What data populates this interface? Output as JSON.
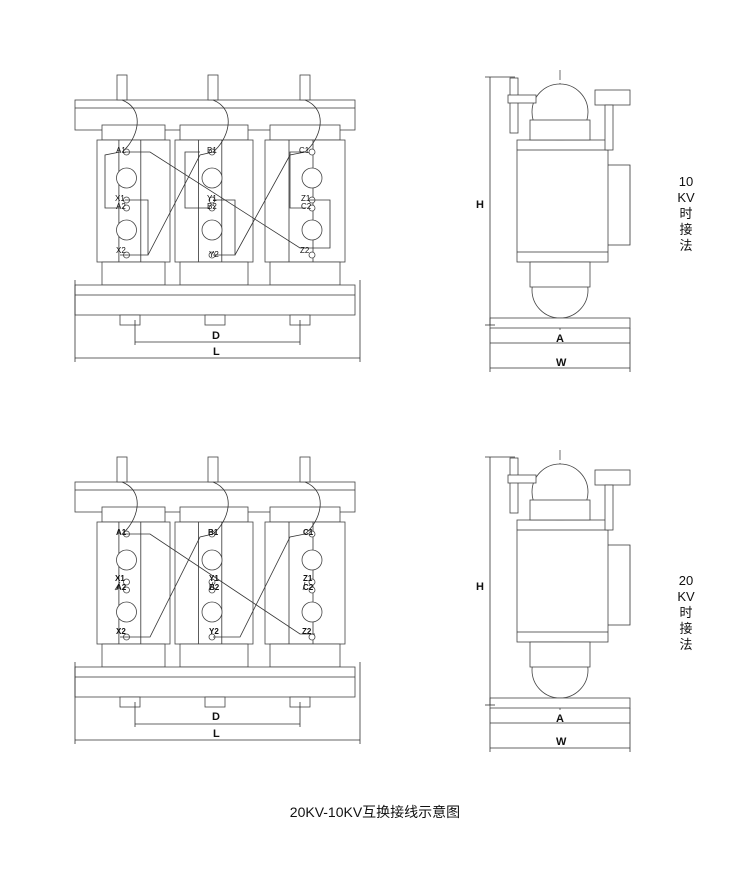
{
  "caption": "20KV-10KV互换接线示意图",
  "views": [
    {
      "voltage_label": [
        "10",
        "KV",
        "时",
        "接",
        "法"
      ],
      "front": {
        "dims": {
          "d": "D",
          "l": "L"
        },
        "terminals": {
          "a1": "A1",
          "a2": "A2",
          "x1": "X1",
          "x2": "X2",
          "b1": "B1",
          "b2": "B2",
          "y1": "Y1",
          "y2": "Y2",
          "c1": "C1",
          "c2": "C2",
          "z1": "Z1",
          "z2": "Z2"
        }
      },
      "side": {
        "dims": {
          "h": "H",
          "a": "A",
          "w": "W"
        }
      }
    },
    {
      "voltage_label": [
        "20",
        "KV",
        "时",
        "接",
        "法"
      ],
      "front": {
        "dims": {
          "d": "D",
          "l": "L"
        },
        "terminals": {
          "a1": "A1",
          "a2": "A2",
          "x1": "X1",
          "x2": "X2",
          "b1": "B1",
          "b2": "B2",
          "y1": "Y1",
          "y2": "Y2",
          "c1": "C1",
          "c2": "C2",
          "z1": "Z1",
          "z2": "Z2"
        }
      },
      "side": {
        "dims": {
          "h": "H",
          "a": "A",
          "w": "W"
        }
      }
    }
  ]
}
